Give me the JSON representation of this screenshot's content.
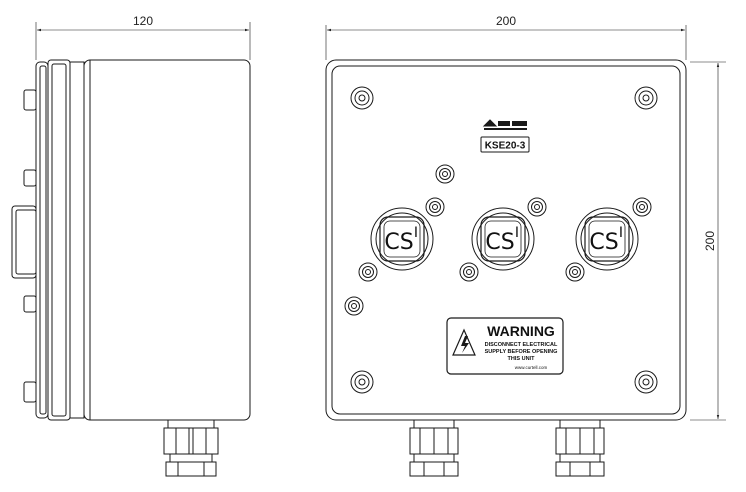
{
  "dimensions": {
    "side_width": "120",
    "front_width": "200",
    "front_height": "200"
  },
  "logo": {
    "model_label": "KSE20-3"
  },
  "switches": {
    "label_main": "CS",
    "label_sub": "I"
  },
  "warning": {
    "title": "WARNING",
    "line1": "DISCONNECT ELECTRICAL",
    "line2": "SUPPLY BEFORE OPENING",
    "line3": "THIS UNIT",
    "url": "www.curtell.com"
  },
  "colors": {
    "line": "#1a1a1a",
    "fill": "#ffffff",
    "warning_fill": "#000000"
  }
}
